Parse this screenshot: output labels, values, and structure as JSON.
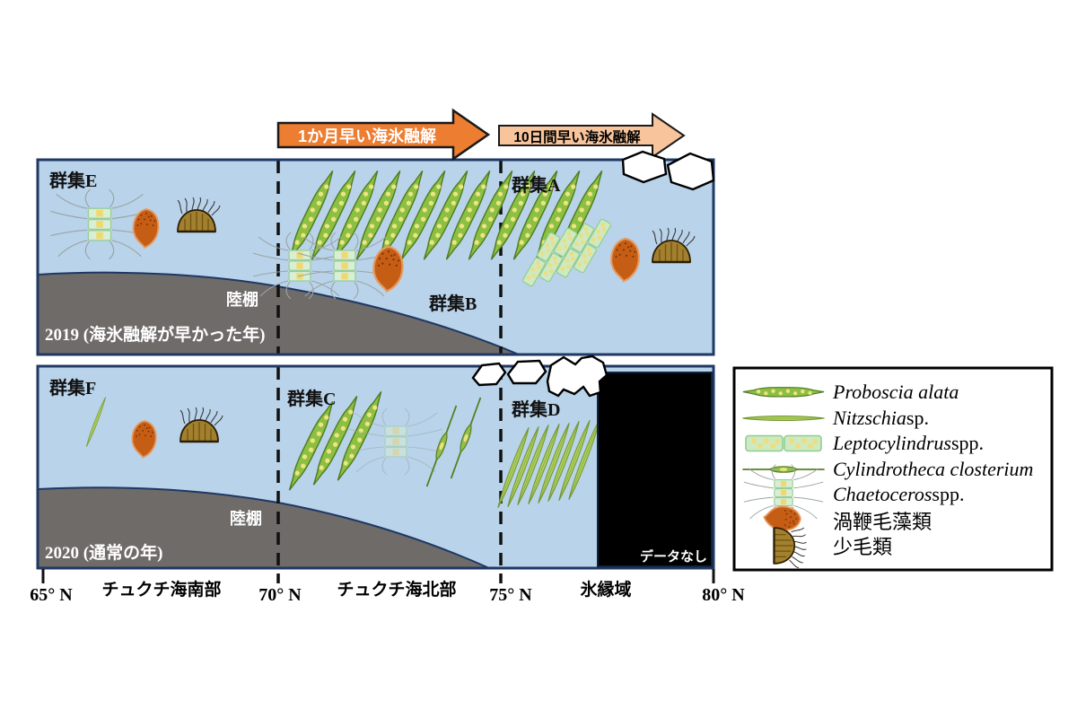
{
  "arrows": {
    "month_early": "1か月早い海氷融解",
    "ten_days_early": "10日間早い海氷融解"
  },
  "panel_2019": {
    "year_label": "2019 (海氷融解が早かった年)",
    "shelf_label": "陸棚",
    "community_left": "群集E",
    "community_mid": "群集B",
    "community_right": "群集A"
  },
  "panel_2020": {
    "year_label": "2020 (通常の年)",
    "shelf_label": "陸棚",
    "community_left": "群集F",
    "community_mid": "群集C",
    "community_right": "群集D",
    "no_data_label": "データなし"
  },
  "axis": {
    "tick_65": "65° N",
    "tick_70": "70° N",
    "tick_75": "75° N",
    "tick_80": "80° N",
    "region_south": "チュクチ海南部",
    "region_north": "チュクチ海北部",
    "region_ice_edge": "氷縁域"
  },
  "legend": {
    "items": [
      {
        "italic": "Proboscia alata",
        "roman": "",
        "icon": "proboscia-icon"
      },
      {
        "italic": "Nitzschia",
        "roman": " sp.",
        "icon": "nitzschia-icon"
      },
      {
        "italic": "Leptocylindrus",
        "roman": " spp.",
        "icon": "leptocylindrus-icon"
      },
      {
        "italic": "Cylindrotheca closterium",
        "roman": "",
        "icon": "cylindrotheca-icon"
      },
      {
        "italic": "Chaetoceros",
        "roman": " spp.",
        "icon": "chaetoceros-icon"
      },
      {
        "italic": "",
        "roman": "渦鞭毛藻類",
        "icon": "dinoflagellate-icon"
      },
      {
        "italic": "",
        "roman": "少毛類",
        "icon": "oligotrich-icon"
      }
    ]
  },
  "colors": {
    "panel_fill": "#B9D3EA",
    "panel_border": "#1F3864",
    "shelf_gray": "#6F6B69",
    "arrow_orange": "#ED7D31",
    "arrow_peach": "#F7C49C",
    "no_data_black": "#000000",
    "diatom_green": "#8CC043",
    "pale_chain_green": "#CFE9C2",
    "dinoflagellate_orange": "#C65D15",
    "ciliate_brown": "#A2802E"
  }
}
